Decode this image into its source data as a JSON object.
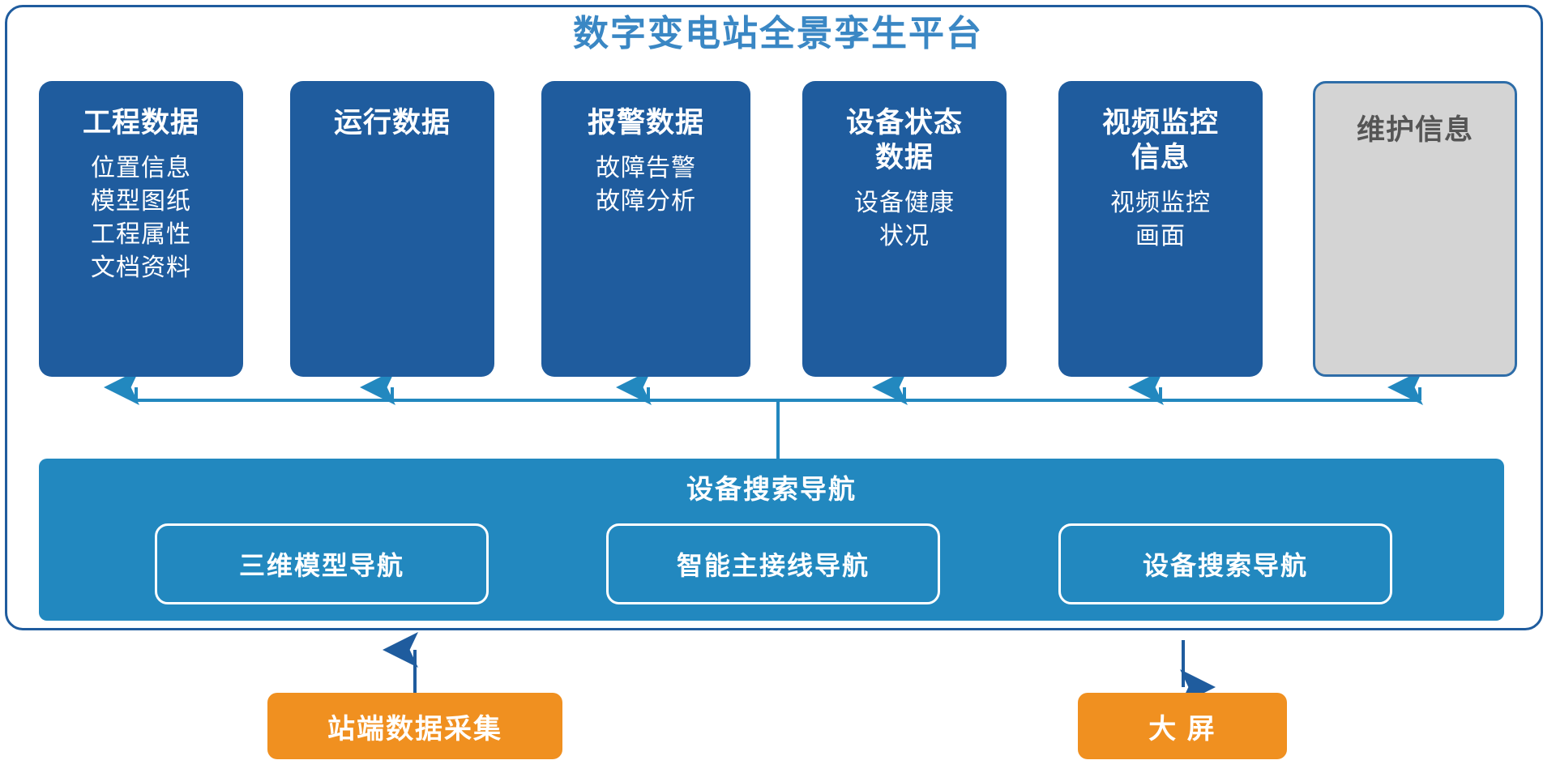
{
  "diagram": {
    "title": "数字变电站全景孪生平台",
    "title_color": "#3a87c4",
    "frame_border_color": "#1f5c9e",
    "card_color": "#1f5c9e",
    "card_disabled_color": "#d4d4d4",
    "band_color": "#2288bf",
    "accent_orange": "#f09020",
    "connector_color": "#2288bf",
    "bottom_connector_color": "#1f5c9e"
  },
  "cards": [
    {
      "title": "工程数据",
      "lines": "位置信息\n模型图纸\n工程属性\n文档资料",
      "state": "active"
    },
    {
      "title": "运行数据",
      "lines": "",
      "state": "active"
    },
    {
      "title": "报警数据",
      "lines": "故障告警\n故障分析",
      "state": "active"
    },
    {
      "title": "设备状态\n数据",
      "lines": "设备健康\n状况",
      "state": "active"
    },
    {
      "title": "视频监控\n信息",
      "lines": "视频监控\n画面",
      "state": "active"
    },
    {
      "title": "维护信息",
      "lines": "",
      "state": "disabled"
    }
  ],
  "nav_band": {
    "title": "设备搜索导航",
    "pills": [
      {
        "label": "三维模型导航"
      },
      {
        "label": "智能主接线导航"
      },
      {
        "label": "设备搜索导航"
      }
    ]
  },
  "bottom": {
    "source": {
      "label": "站端数据采集",
      "arrow": "up"
    },
    "output": {
      "label": "大 屏",
      "arrow": "down"
    }
  }
}
